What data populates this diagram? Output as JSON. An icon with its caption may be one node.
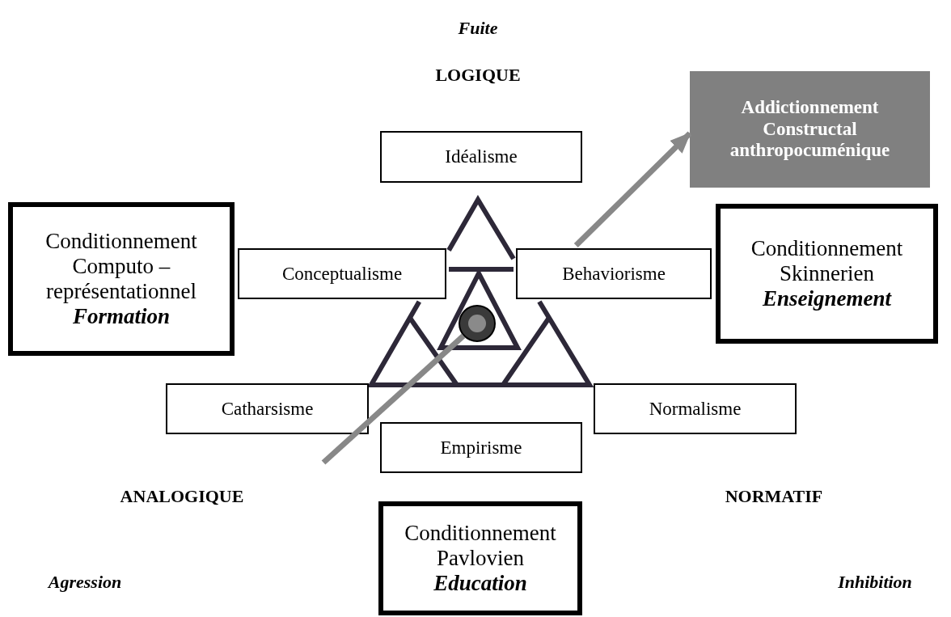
{
  "diagram": {
    "nodes": [
      {
        "text": [
          "Idéalisme"
        ]
      },
      {
        "text": [
          "Addictionnement Constructal anthropocuménique"
        ]
      },
      {
        "text": [
          "Conditionnement Computo – représentationnel",
          "Formation"
        ]
      },
      {
        "text": [
          "Conceptualisme"
        ]
      },
      {
        "text": [
          "Behaviorisme"
        ]
      },
      {
        "text": [
          "Conditionnement Skinnerien",
          "Enseignement"
        ]
      },
      {
        "text": [],
        "shape": "circle"
      },
      {
        "text": [
          "Catharsisme"
        ]
      },
      {
        "text": [
          "Normalisme"
        ]
      },
      {
        "text": [
          "Empirisme"
        ]
      },
      {
        "text": [
          "Conditionnement Pavlovien",
          "Education"
        ]
      }
    ],
    "edges": [
      {
        "from": null,
        "to": 6,
        "arrow": "none"
      },
      {
        "from": 4,
        "to": 1,
        "arrow": "to"
      }
    ],
    "labels": [
      "Fuite",
      "LOGIQUE",
      "ANALOGIQUE",
      "NORMATIF",
      "Agression",
      "Inhibition"
    ]
  }
}
